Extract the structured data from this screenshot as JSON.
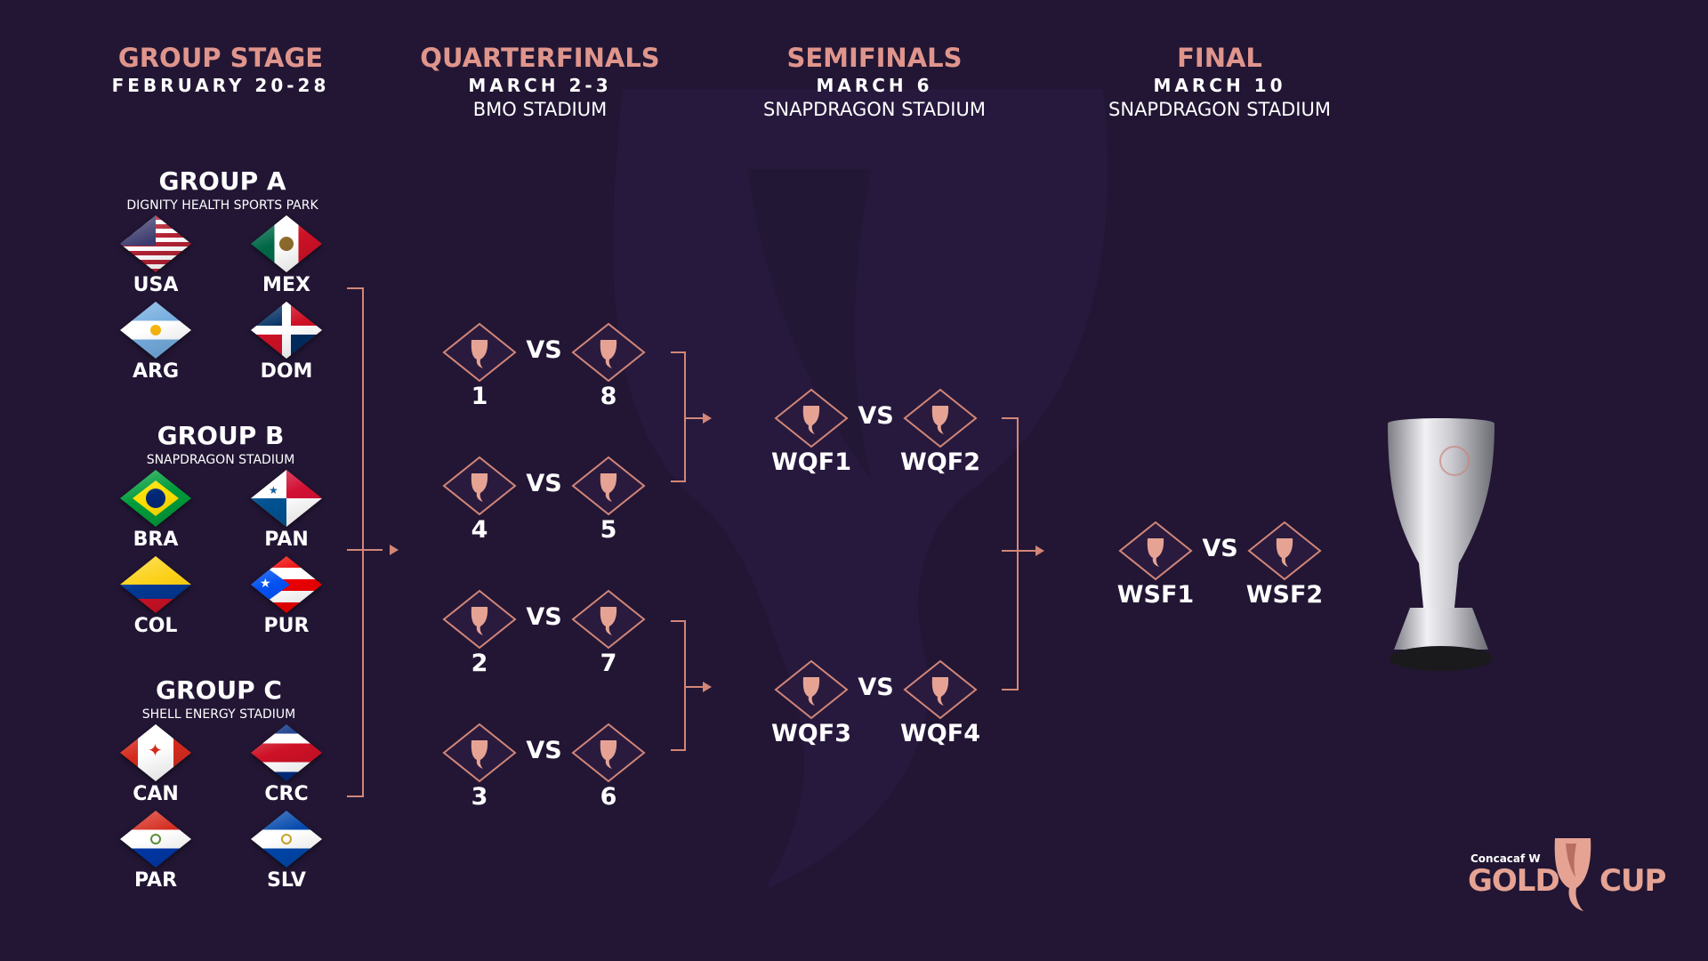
{
  "colors": {
    "background": "#221634",
    "accent": "#e0958c",
    "line": "#d38677",
    "text": "#ffffff"
  },
  "stages": {
    "group_stage": {
      "title": "GROUP STAGE",
      "date": "FEBRUARY 20-28",
      "venue": ""
    },
    "quarterfinals": {
      "title": "QUARTERFINALS",
      "date": "MARCH 2-3",
      "venue": "BMO STADIUM"
    },
    "semifinals": {
      "title": "SEMIFINALS",
      "date": "MARCH 6",
      "venue": "SNAPDRAGON STADIUM"
    },
    "final": {
      "title": "FINAL",
      "date": "MARCH 10",
      "venue": "SNAPDRAGON STADIUM"
    }
  },
  "groups": [
    {
      "title": "GROUP A",
      "venue": "DIGNITY HEALTH SPORTS PARK",
      "teams": [
        {
          "code": "USA",
          "flag": "usa-flag-icon"
        },
        {
          "code": "MEX",
          "flag": "mexico-flag-icon"
        },
        {
          "code": "ARG",
          "flag": "argentina-flag-icon"
        },
        {
          "code": "DOM",
          "flag": "dominican-republic-flag-icon"
        }
      ]
    },
    {
      "title": "GROUP B",
      "venue": "SNAPDRAGON STADIUM",
      "teams": [
        {
          "code": "BRA",
          "flag": "brazil-flag-icon"
        },
        {
          "code": "PAN",
          "flag": "panama-flag-icon"
        },
        {
          "code": "COL",
          "flag": "colombia-flag-icon"
        },
        {
          "code": "PUR",
          "flag": "puerto-rico-flag-icon"
        }
      ]
    },
    {
      "title": "GROUP C",
      "venue": "SHELL ENERGY STADIUM",
      "teams": [
        {
          "code": "CAN",
          "flag": "canada-flag-icon"
        },
        {
          "code": "CRC",
          "flag": "costa-rica-flag-icon"
        },
        {
          "code": "PAR",
          "flag": "paraguay-flag-icon"
        },
        {
          "code": "SLV",
          "flag": "el-salvador-flag-icon"
        }
      ]
    }
  ],
  "vs_label": "VS",
  "quarterfinals": [
    {
      "home": "1",
      "away": "8"
    },
    {
      "home": "4",
      "away": "5"
    },
    {
      "home": "2",
      "away": "7"
    },
    {
      "home": "3",
      "away": "6"
    }
  ],
  "semifinals": [
    {
      "home": "WQF1",
      "away": "WQF2"
    },
    {
      "home": "WQF3",
      "away": "WQF4"
    }
  ],
  "final": {
    "home": "WSF1",
    "away": "WSF2"
  },
  "trophy_icon": "gold-cup-trophy-icon",
  "slot_icon": "gold-cup-emblem-icon",
  "logo": {
    "brand": "Concacaf W",
    "word_left": "GOLD",
    "word_right": "CUP"
  }
}
